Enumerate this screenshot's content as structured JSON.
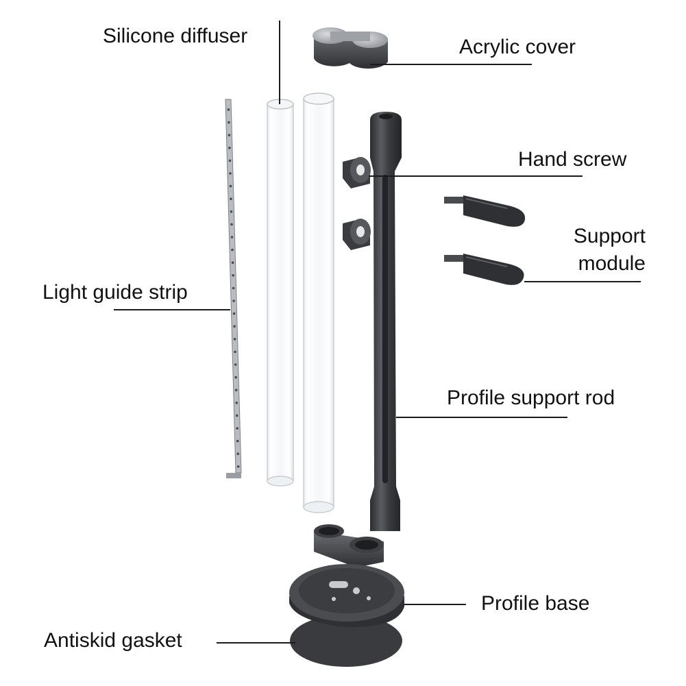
{
  "labels": {
    "silicone_diffuser": "Silicone diffuser",
    "acrylic_cover": "Acrylic cover",
    "hand_screw": "Hand screw",
    "support_module_1": "Support",
    "support_module_2": "module",
    "light_guide_strip": "Light guide strip",
    "profile_support_rod": "Profile support rod",
    "profile_base": "Profile base",
    "antiskid_gasket": "Antiskid gasket"
  },
  "colors": {
    "metal_dark": "#3a3b3e",
    "metal_mid": "#55575b",
    "metal_light": "#8d9096",
    "tube_edge": "#cfd3d8",
    "leader_line": "#1a1a1a",
    "text": "#111111"
  }
}
